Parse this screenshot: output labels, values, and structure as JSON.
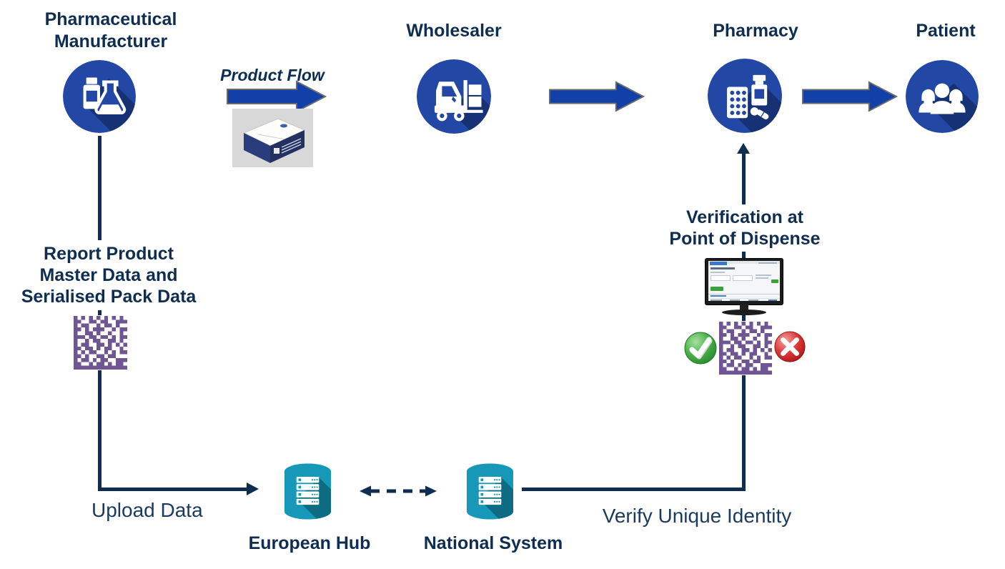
{
  "title": "Medicines Verification Supply Chain Diagram",
  "colors": {
    "navy_text": "#0E2D50",
    "regular_text": "#1B3A5F",
    "circle_blue": "#2247A5",
    "circle_shadow": "#152F6B",
    "arrow_blue": "#1141A8",
    "connector_navy": "#0E2D50",
    "teal": "#1898B8",
    "teal_shadow": "#0C677E",
    "purple": "#6F5594",
    "check_green": "#3DA43D",
    "cross_red": "#D92B2B"
  },
  "actors": [
    {
      "id": "pharmaceutical-manufacturer",
      "label": "Pharmaceutical Manufacturer",
      "label_line1": "Pharmaceutical",
      "label_line2": "Manufacturer",
      "icon": "flask-and-pill-bottle-icon"
    },
    {
      "id": "wholesaler",
      "label": "Wholesaler",
      "icon": "forklift-icon"
    },
    {
      "id": "pharmacy",
      "label": "Pharmacy",
      "icon": "medicines-icon"
    },
    {
      "id": "patient",
      "label": "Patient",
      "icon": "people-group-icon"
    }
  ],
  "systems": [
    {
      "id": "european-hub",
      "label": "European Hub",
      "icon": "server-database-icon"
    },
    {
      "id": "national-system",
      "label": "National System",
      "icon": "server-database-icon"
    }
  ],
  "annotations": {
    "product_flow": "Product Flow",
    "report_line1": "Report Product",
    "report_line2": "Master Data and",
    "report_line3": "Serialised Pack Data",
    "upload_data": "Upload Data",
    "verification_line1": "Verification at",
    "verification_line2": "Point of Dispense",
    "verify_unique_identity": "Verify Unique Identity"
  },
  "barcode_pattern": [
    "10101010101010",
    "11001101100111",
    "10110010110100",
    "11010111001011",
    "10011010010010",
    "11101101101011",
    "10010110011010",
    "10110011010101",
    "11011010110010",
    "10101100101011",
    "11010011011000",
    "10110101100111",
    "11001011010110",
    "11111111111111"
  ]
}
